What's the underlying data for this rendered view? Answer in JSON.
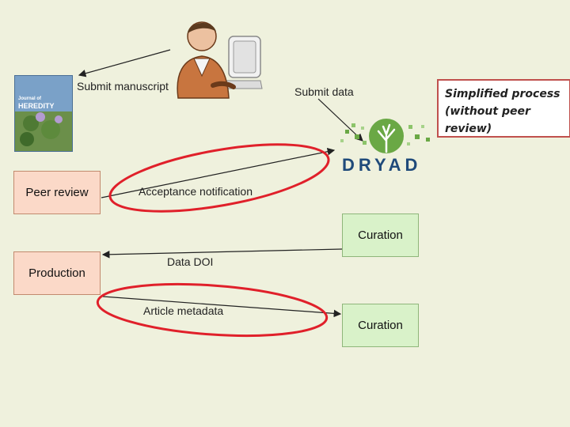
{
  "labels": {
    "submit_manuscript": "Submit manuscript",
    "submit_data": "Submit data",
    "acceptance_notification": "Acceptance notification",
    "data_doi": "Data DOI",
    "article_metadata": "Article metadata"
  },
  "boxes": {
    "peer_review": "Peer review",
    "production": "Production",
    "curation_1": "Curation",
    "curation_2": "Curation"
  },
  "note": "Simplified process (without peer review)",
  "journal": {
    "title_line1": "Journal of",
    "title_line2": "HEREDITY"
  },
  "logo": {
    "text": "DRYAD"
  },
  "colors": {
    "background": "#eff1dd",
    "box_peach": "#fbd9c8",
    "box_green": "#d9f2c9",
    "highlight_red": "#e0202a",
    "note_border": "#c0504d",
    "logo_green": "#6aa845",
    "logo_blue": "#1f4a7a"
  }
}
